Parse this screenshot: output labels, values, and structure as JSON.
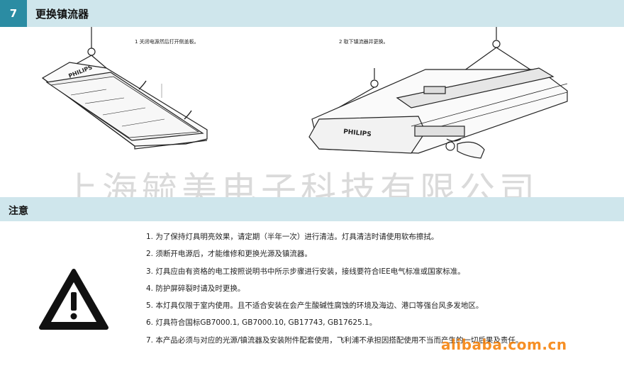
{
  "section": {
    "number": "7",
    "title": "更换镇流器"
  },
  "captions": {
    "left": "1 关闭电源然后打开侧盖板。",
    "right": "2 取下镇流器并更换。"
  },
  "brand": "PHILIPS",
  "watermark": "上海毓美电子科技有限公司",
  "notice": {
    "title": "注意",
    "items": [
      "1. 为了保持灯具明亮效果，请定期（半年一次）进行清洁。灯具清洁时请使用软布擦拭。",
      "2. 须断开电源后，才能维修和更换光源及镇流器。",
      "3. 灯具应由有资格的电工按照说明书中所示步骤进行安装，接线要符合IEE电气标准或国家标准。",
      "4. 防护屏碎裂时请及时更换。",
      "5. 本灯具仅限于室内使用。且不适合安装在会产生酸碱性腐蚀的环境及海边、港口等强台风多发地区。",
      "6. 灯具符合国标GB7000.1, GB7000.10, GB17743, GB17625.1。",
      "7. 本产品必须与对应的光源/镇流器及安装附件配套使用，飞利浦不承担因搭配使用不当而产生的一切后果及责任。"
    ]
  },
  "site_watermark": "alibaba.com.cn",
  "colors": {
    "band": "#cfe6ec",
    "badge": "#2b8ca3",
    "alibaba": "#f57c00"
  }
}
